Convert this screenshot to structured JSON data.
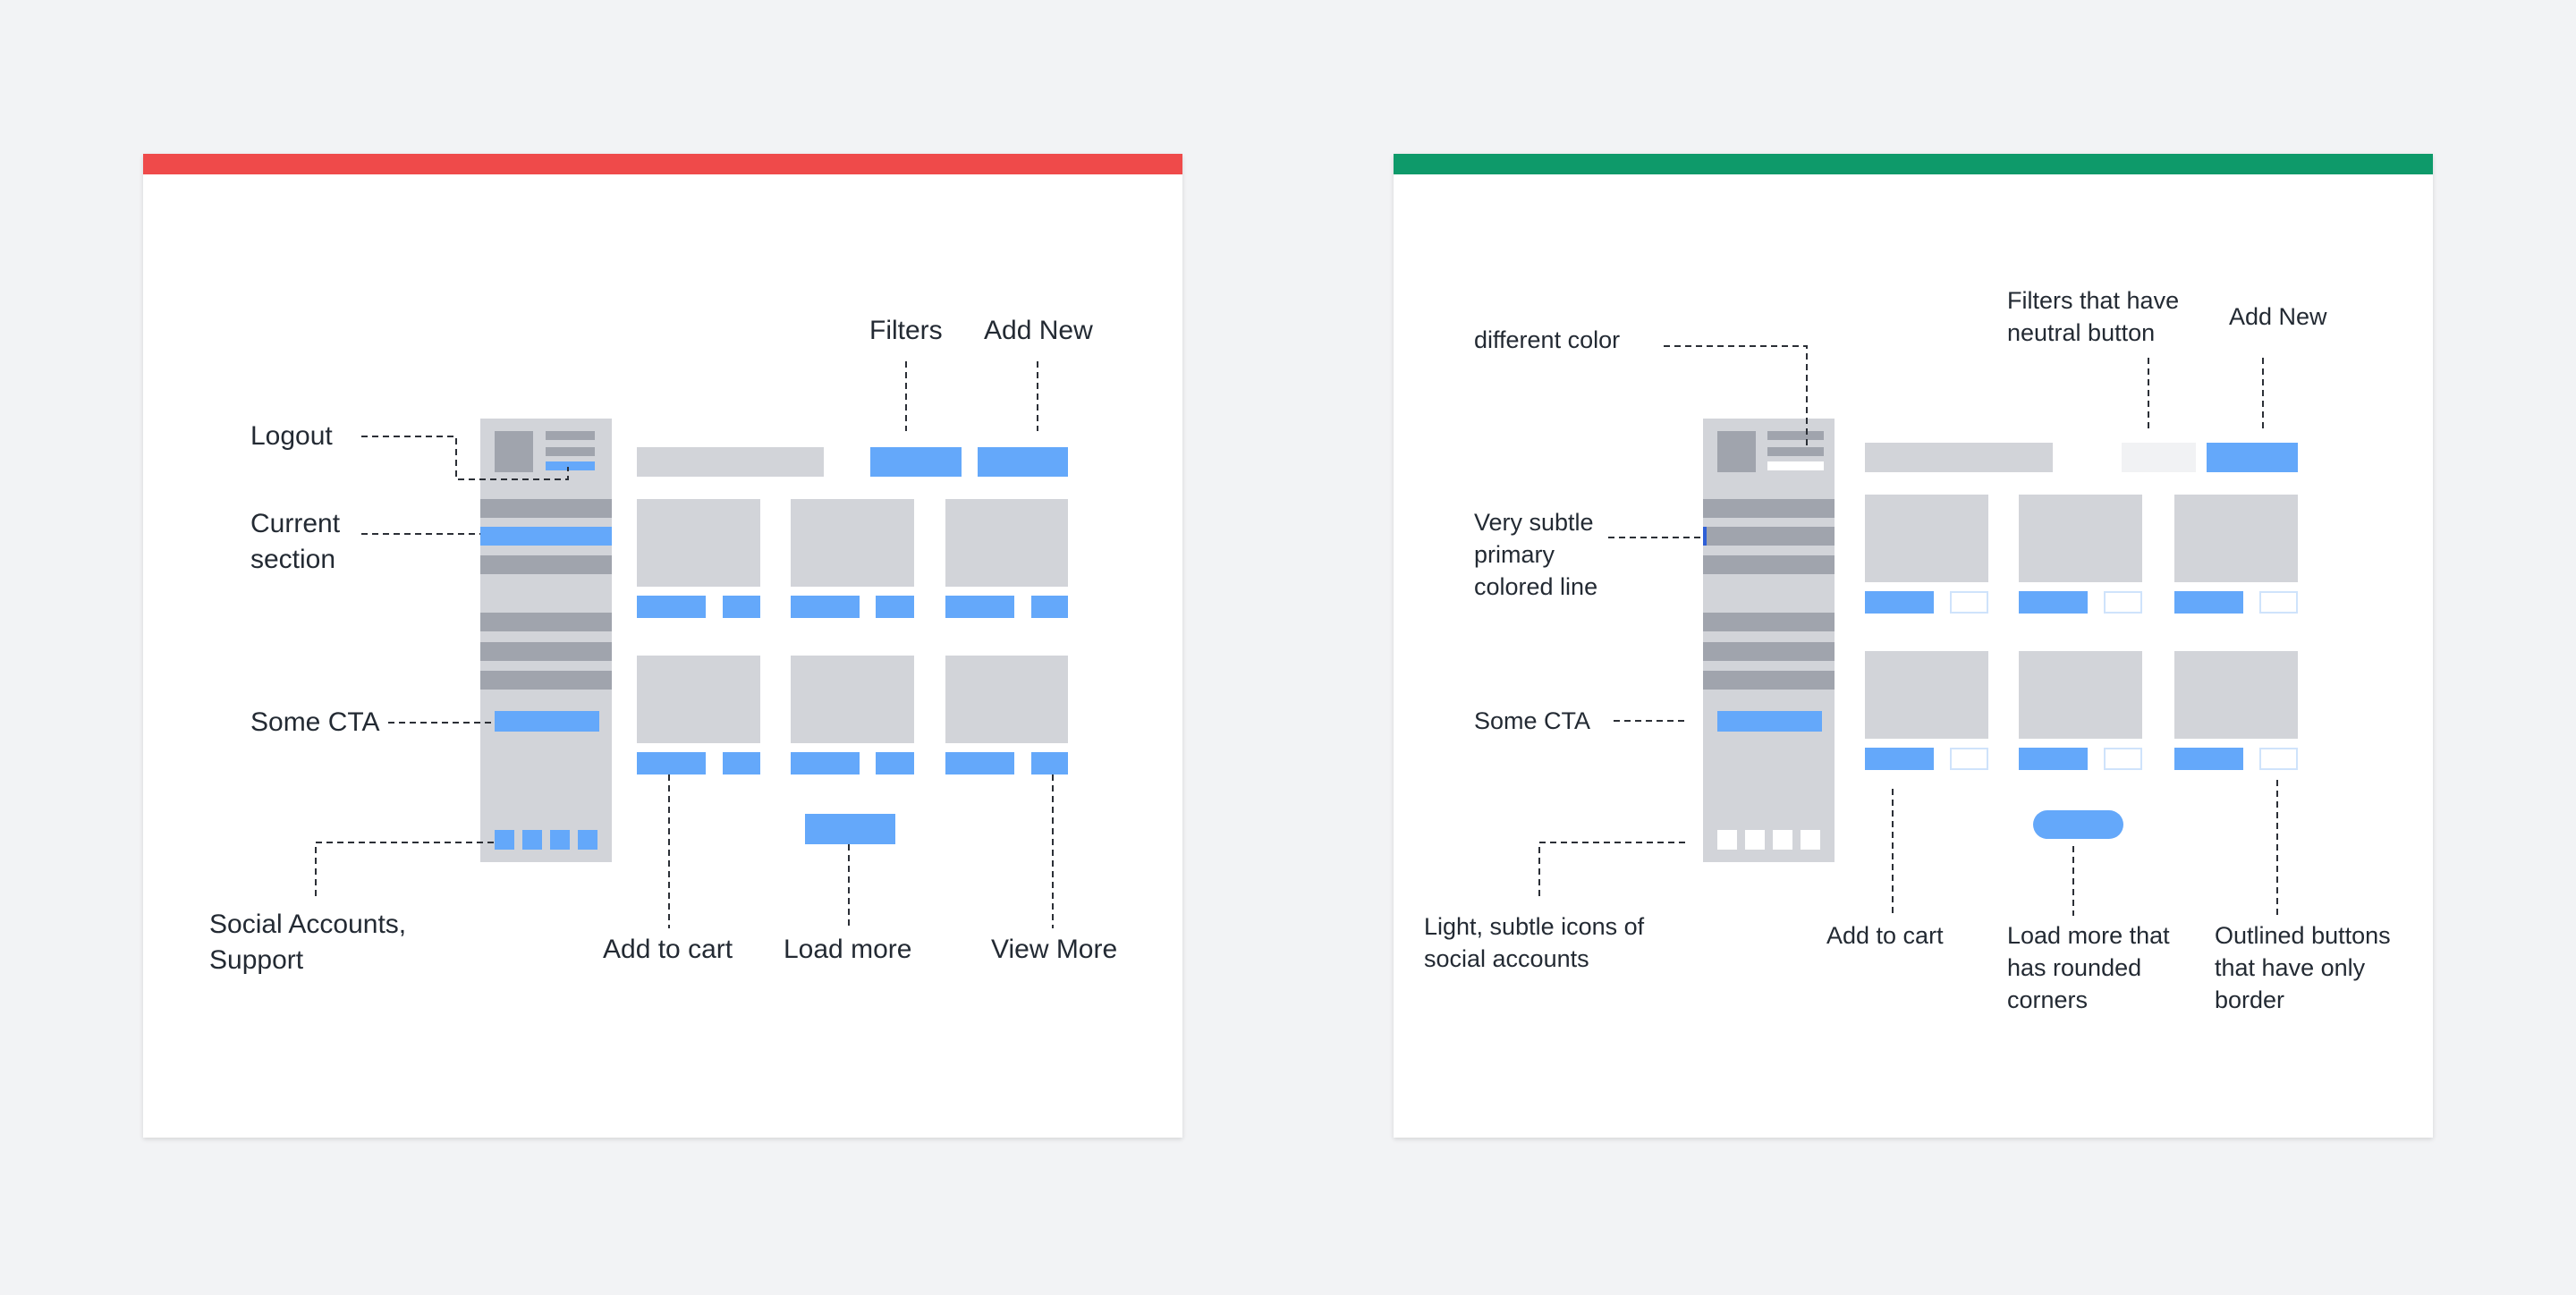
{
  "colors": {
    "background": "#f2f3f5",
    "bad_bar": "#ef4a4a",
    "good_bar": "#0e9a6a",
    "primary_blue": "#64a8fa",
    "sidebar_gray": "#d2d4d9",
    "dark_gray": "#a0a4ad",
    "subtle_primary_line": "#2f5fd6"
  },
  "left_panel": {
    "labels": {
      "filters": "Filters",
      "add_new": "Add New",
      "logout": "Logout",
      "current_section_1": "Current",
      "current_section_2": "section",
      "some_cta": "Some CTA",
      "social_1": "Social Accounts,",
      "social_2": "Support",
      "add_to_cart": "Add to cart",
      "load_more": "Load more",
      "view_more": "View More"
    }
  },
  "right_panel": {
    "labels": {
      "different_color": "different color",
      "filters_1": "Filters that have",
      "filters_2": "neutral button",
      "add_new": "Add New",
      "subtle_1": "Very subtle",
      "subtle_2": "primary",
      "subtle_3": "colored line",
      "some_cta": "Some CTA",
      "icons_1": "Light, subtle icons of",
      "icons_2": "social accounts",
      "add_to_cart": "Add to cart",
      "load_more_1": "Load more that",
      "load_more_2": "has rounded",
      "load_more_3": "corners",
      "outlined_1": "Outlined buttons",
      "outlined_2": "that have only",
      "outlined_3": "border"
    }
  }
}
